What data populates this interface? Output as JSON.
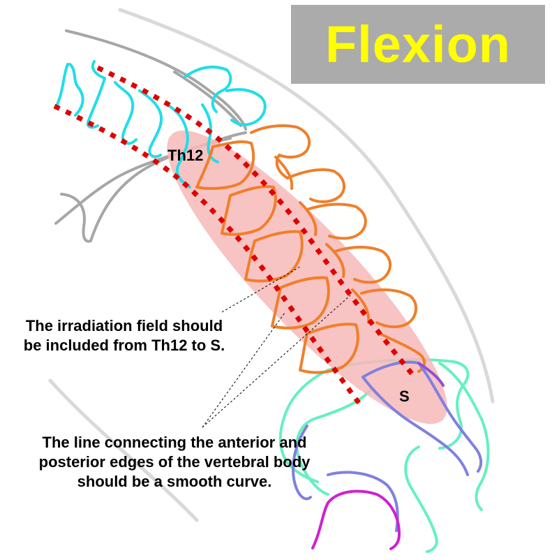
{
  "title": "Flexion",
  "labels": {
    "upper": "Th12",
    "lower": "S"
  },
  "annotations": {
    "field": [
      "The irradiation field should",
      "be included from Th12 to S."
    ],
    "curve": [
      "The line connecting the anterior and",
      "posterior edges of the vertebral body",
      "should be a smooth curve."
    ]
  },
  "colors": {
    "title_bg": "#ababab",
    "title_text": "#ffff00",
    "irradiation_field": "#f7b9b9",
    "curve_line": "#e00000",
    "thoracic_vertebrae": "#22dde8",
    "lumbar_vertebrae": "#f07f2a",
    "sacrum": "#8080e0",
    "pelvis": "#66f0c0",
    "femoral_head": "#d020d0",
    "soft_tissue": "#aaaaaa"
  }
}
